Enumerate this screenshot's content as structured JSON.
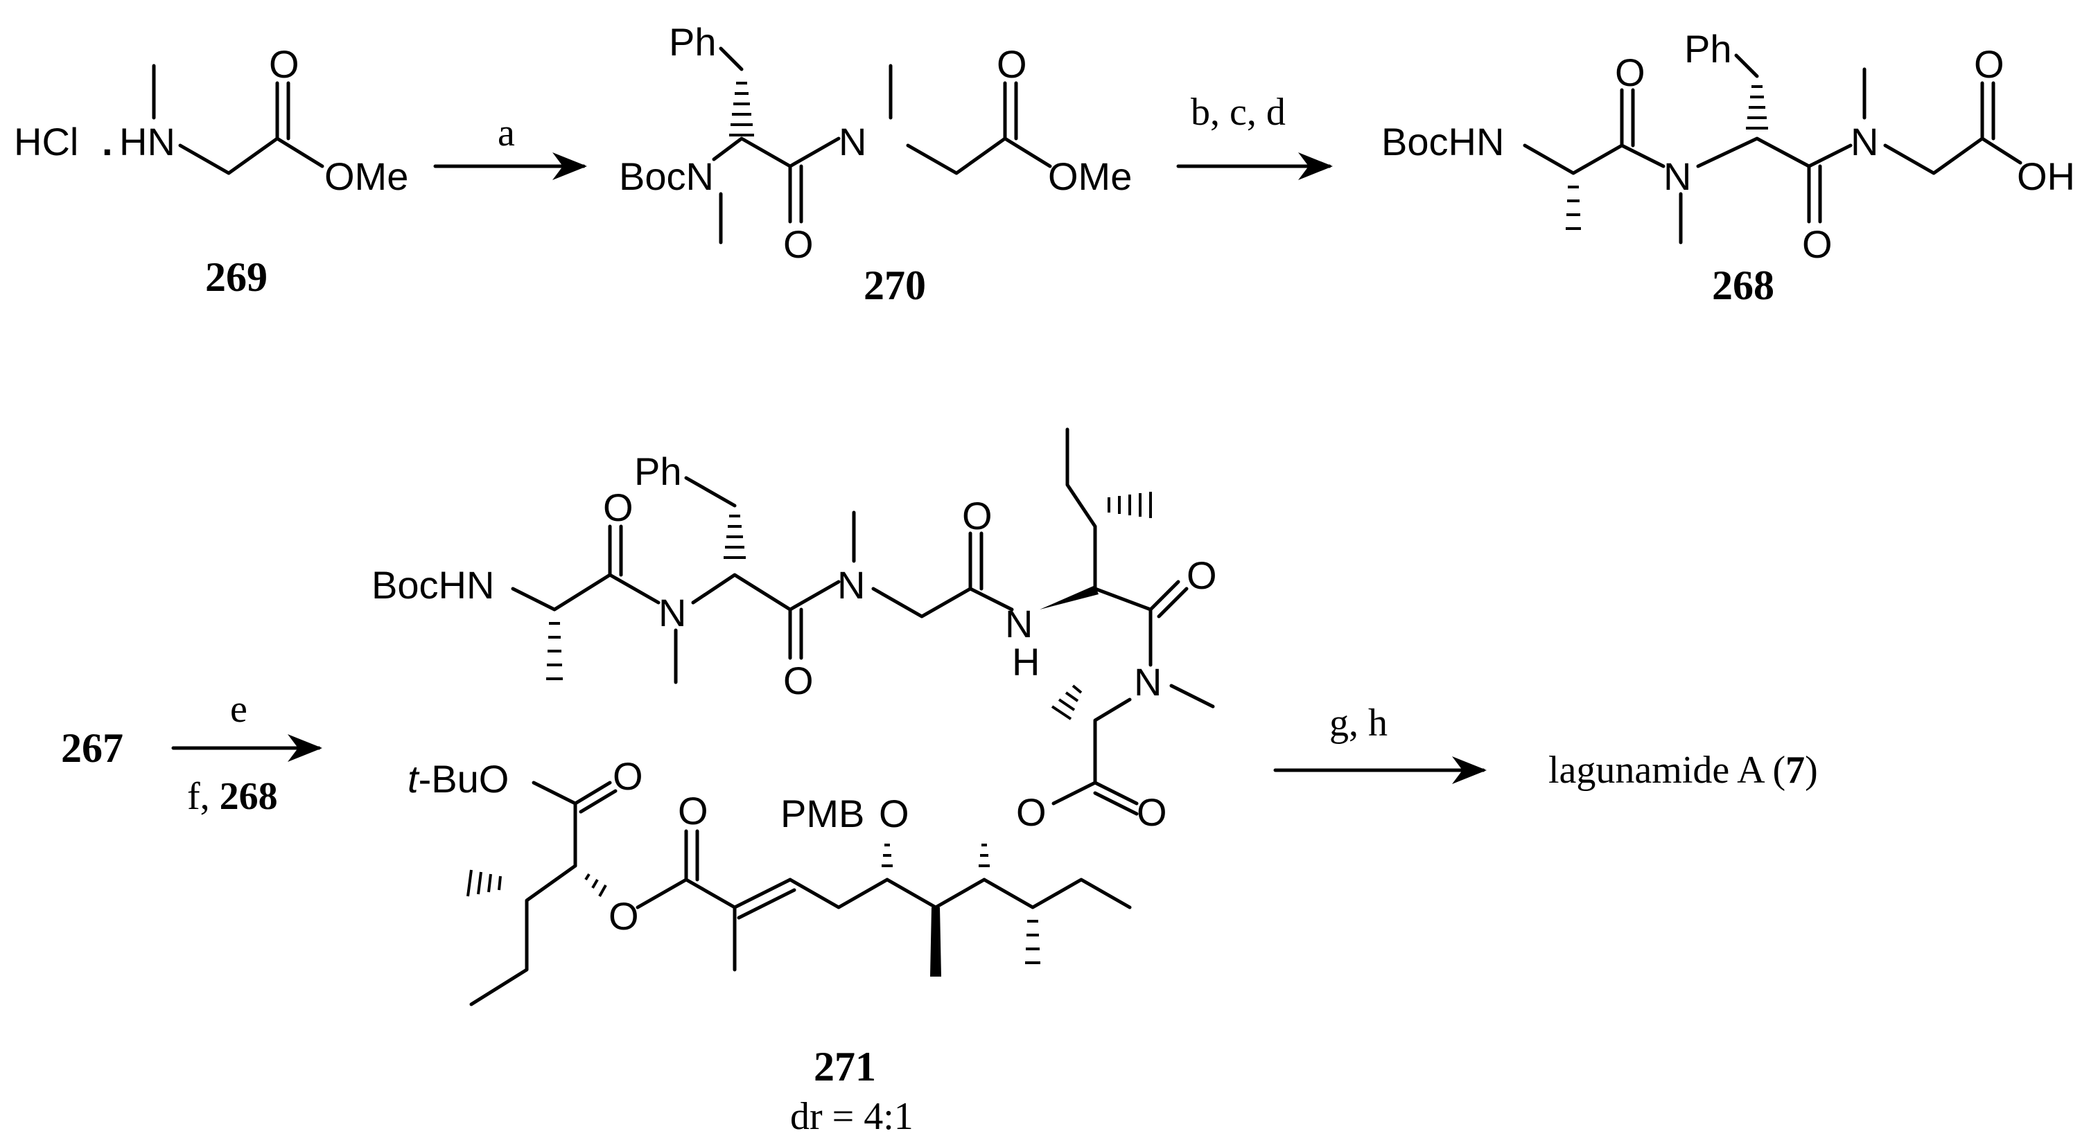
{
  "reagents": {
    "step_a": "a",
    "step_bcd": "b, c, d",
    "step_e": "e",
    "step_f_prefix": "f, ",
    "step_f_compound": "268",
    "step_gh": "g, h"
  },
  "compounds": {
    "c269": "269",
    "c270": "270",
    "c268": "268",
    "c267": "267",
    "c271": "271",
    "dr": "dr = 4:1",
    "product_prefix": "lagunamide A (",
    "product_number": "7",
    "product_suffix": ")"
  },
  "atoms": {
    "hcl": "HCl",
    "dot": ".",
    "hn": "HN",
    "o": "O",
    "ome": "OMe",
    "ph": "Ph",
    "bocn": "BocN",
    "bochn": "BocHN",
    "n": "N",
    "oh": "OH",
    "h": "H",
    "tbuo_prefix": "t",
    "tbuo_rest": "-BuO",
    "pmb": "PMB"
  },
  "colors": {
    "ink": "#000000",
    "background": "#ffffff"
  }
}
